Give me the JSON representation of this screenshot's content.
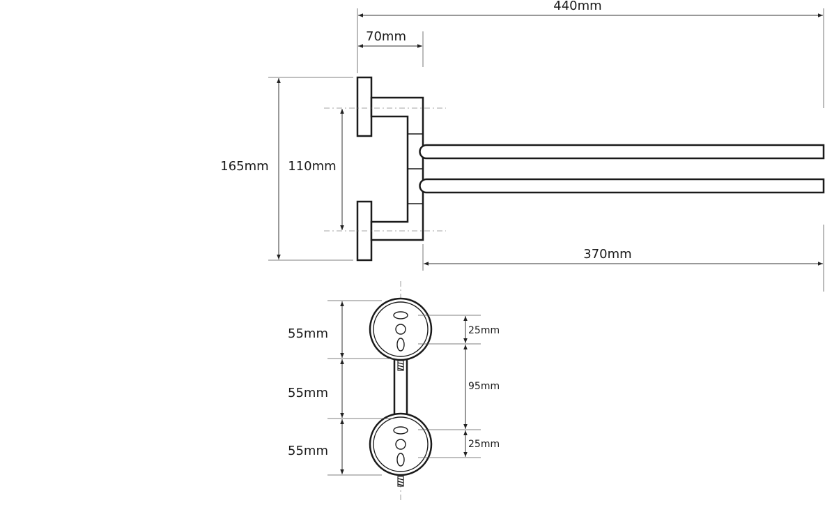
{
  "dimensions": {
    "total_length": "440mm",
    "mount_depth": "70mm",
    "total_height": "165mm",
    "screw_spacing_side": "110mm",
    "arm_length": "370mm",
    "front_upper_rosette": "55mm",
    "front_middle": "55mm",
    "front_lower_rosette": "55mm",
    "front_upper_offset": "25mm",
    "front_hole_spacing": "95mm",
    "front_lower_offset": "25mm"
  },
  "colors": {
    "line": "#1a1a1a",
    "background": "#ffffff"
  }
}
